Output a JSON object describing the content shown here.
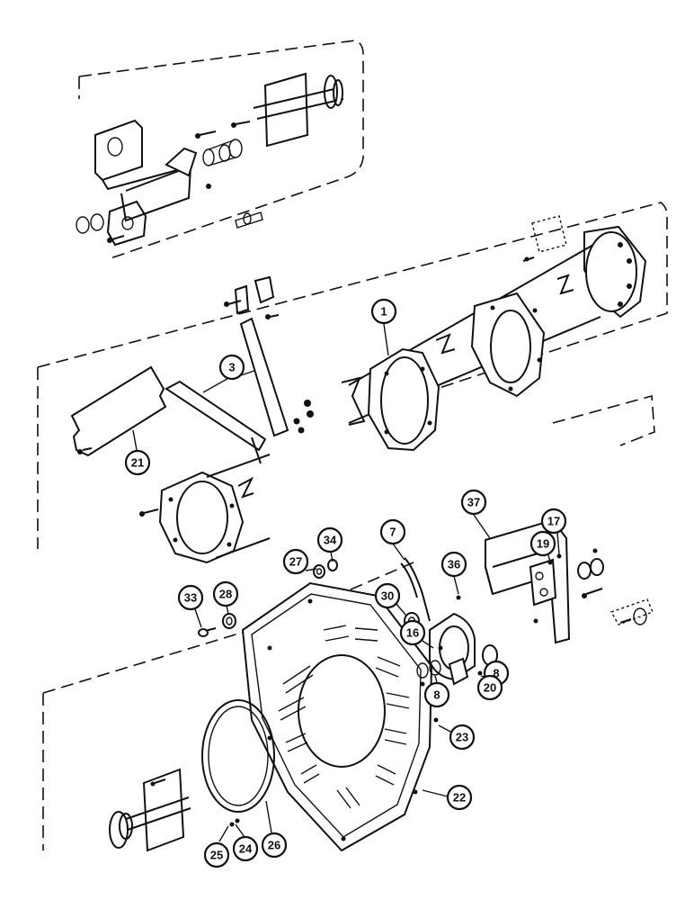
{
  "callouts": {
    "c1": "1",
    "c3": "3",
    "c21": "21",
    "c37": "37",
    "c7": "7",
    "c36": "36",
    "c19": "19",
    "c17": "17",
    "c34": "34",
    "c27": "27",
    "c30": "30",
    "c28": "28",
    "c33": "33",
    "c16": "16",
    "c8a": "8",
    "c8b": "8",
    "c20": "20",
    "c23": "23",
    "c22": "22",
    "c26": "26",
    "c24": "24",
    "c25": "25"
  }
}
